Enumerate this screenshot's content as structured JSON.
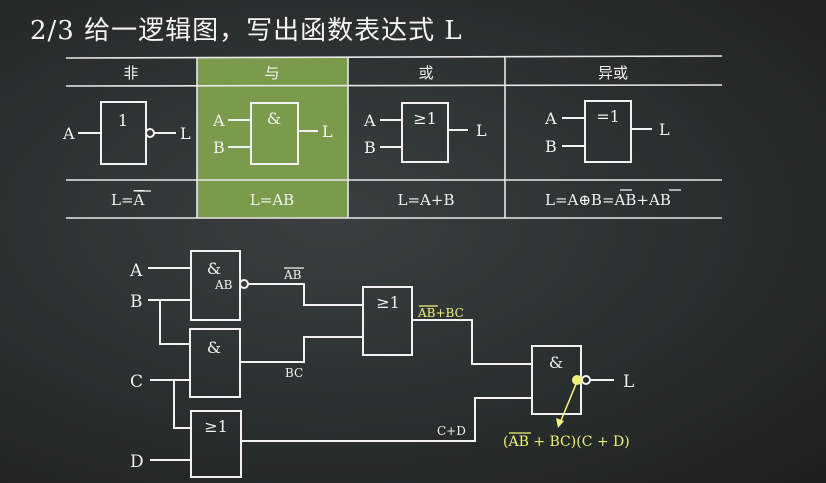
{
  "title": "2/3  给一逻辑图，写出函数表达式 L",
  "table": {
    "headers": [
      "非",
      "与",
      "或",
      "异或"
    ],
    "gate_symbols": [
      "1",
      "&",
      "≥1",
      "=1"
    ],
    "inputs": [
      "A",
      "B"
    ],
    "output": "L",
    "formulas": {
      "not": {
        "prefix": "L=",
        "over": "A"
      },
      "and": "L=AB",
      "or": "L=A+B",
      "xor": {
        "p1": "L=A⊕B=",
        "o1": "A",
        "p2": "B+A",
        "o2": "B"
      }
    },
    "highlight_color": "#7a9a4c"
  },
  "circuit": {
    "inputs": [
      "A",
      "B",
      "C",
      "D"
    ],
    "gates": {
      "g1": "&",
      "g2": "&",
      "g3": "≥1",
      "g4": "≥1",
      "g5": "&"
    },
    "g1_out_inner": "AB",
    "wire_ab_over": "AB",
    "wire_bc": "BC",
    "wire_cd": "C+D",
    "sum_label": {
      "over": "AB",
      "rest": "+BC"
    },
    "output": "L",
    "final_expr": {
      "p1": "(",
      "over": "AB",
      "p2": " + BC)(C + D)"
    },
    "annotation_color": "#f0f07a"
  }
}
